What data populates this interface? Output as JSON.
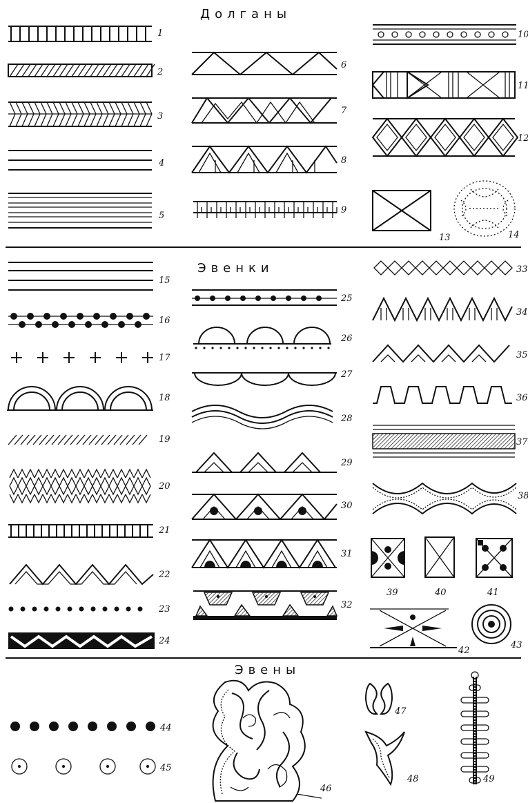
{
  "sections": [
    {
      "title": "Долганы"
    },
    {
      "title": "Эвенки"
    },
    {
      "title": "Эвены"
    }
  ],
  "patterns": [
    {
      "number": "1",
      "name": "vertical-bar-band"
    },
    {
      "number": "2",
      "name": "hatched-band"
    },
    {
      "number": "3",
      "name": "herringbone-band"
    },
    {
      "number": "4",
      "name": "three-line-band"
    },
    {
      "number": "5",
      "name": "multi-line-band"
    },
    {
      "number": "6",
      "name": "zigzag-triangle-band"
    },
    {
      "number": "7",
      "name": "double-triangle-band"
    },
    {
      "number": "8",
      "name": "triangle-with-bars-band"
    },
    {
      "number": "9",
      "name": "meander-comb-band"
    },
    {
      "number": "10",
      "name": "circle-row-band"
    },
    {
      "number": "11",
      "name": "crossed-rhombus-band"
    },
    {
      "number": "12",
      "name": "lattice-rhombus-band"
    },
    {
      "number": "13",
      "name": "crossed-rectangle"
    },
    {
      "number": "14",
      "name": "dotted-oval-medallion"
    },
    {
      "number": "15",
      "name": "parallel-lines"
    },
    {
      "number": "16",
      "name": "dotted-double-line"
    },
    {
      "number": "17",
      "name": "cross-row"
    },
    {
      "number": "18",
      "name": "arch-band"
    },
    {
      "number": "19",
      "name": "slanted-strokes"
    },
    {
      "number": "20",
      "name": "crosshatch-band"
    },
    {
      "number": "21",
      "name": "vertical-bar-band"
    },
    {
      "number": "22",
      "name": "double-zigzag"
    },
    {
      "number": "23",
      "name": "dot-row"
    },
    {
      "number": "24",
      "name": "black-zigzag-band"
    },
    {
      "number": "25",
      "name": "dotted-line-band"
    },
    {
      "number": "26",
      "name": "semicircle-dotted-band"
    },
    {
      "number": "27",
      "name": "scallop-band"
    },
    {
      "number": "28",
      "name": "wave-band"
    },
    {
      "number": "29",
      "name": "nested-triangle-band"
    },
    {
      "number": "30",
      "name": "triangle-dot-band"
    },
    {
      "number": "31",
      "name": "triangle-arch-band"
    },
    {
      "number": "32",
      "name": "hatched-trapezoid-band"
    },
    {
      "number": "33",
      "name": "rhombus-chain"
    },
    {
      "number": "34",
      "name": "zigzag-with-lines"
    },
    {
      "number": "35",
      "name": "chevron-row"
    },
    {
      "number": "36",
      "name": "meander-wave"
    },
    {
      "number": "37",
      "name": "hatched-stripe-band"
    },
    {
      "number": "38",
      "name": "wave-rhombus-band"
    },
    {
      "number": "39",
      "name": "crossed-square-dots"
    },
    {
      "number": "40",
      "name": "crossed-rectangle-small"
    },
    {
      "number": "41",
      "name": "crossed-square-corner-dots"
    },
    {
      "number": "42",
      "name": "crossed-band-with-triangles"
    },
    {
      "number": "43",
      "name": "concentric-circles"
    },
    {
      "number": "44",
      "name": "filled-dot-row"
    },
    {
      "number": "45",
      "name": "circle-dot-row"
    },
    {
      "number": "46",
      "name": "scroll-ornament-panel"
    },
    {
      "number": "47",
      "name": "paired-horns-motif"
    },
    {
      "number": "48",
      "name": "curved-leaf-motif"
    },
    {
      "number": "49",
      "name": "branched-tree-motif"
    }
  ]
}
